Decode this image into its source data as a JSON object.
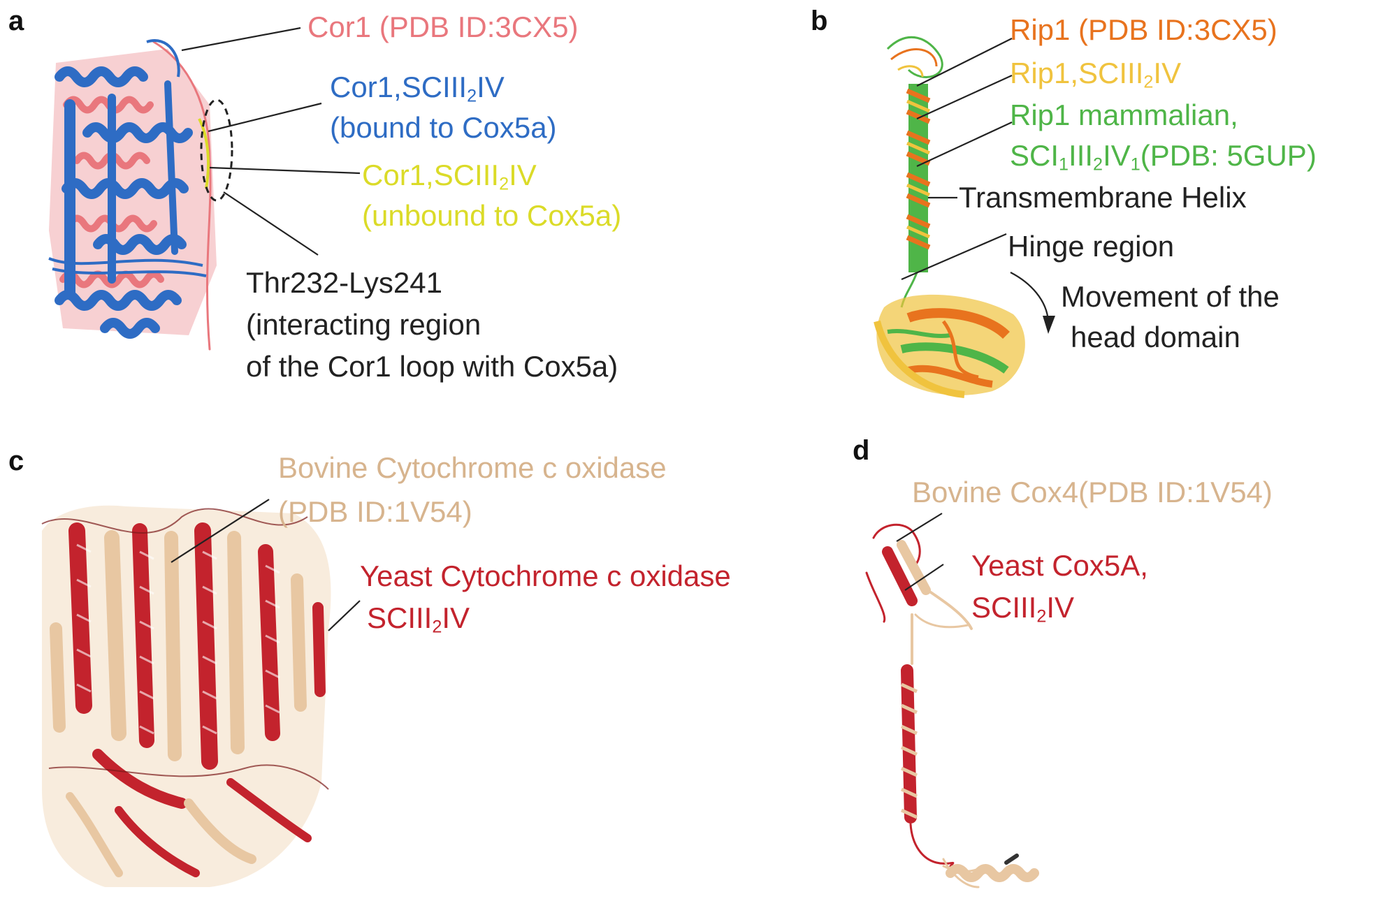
{
  "colors": {
    "cor1_pdb": "#e9777d",
    "cor1_bound": "#2e6cc4",
    "cor1_unbound": "#dbdb28",
    "black": "#222222",
    "rip1_pdb": "#e8731e",
    "rip1_sc": "#f0c33e",
    "rip1_mamm": "#4fb548",
    "bovine": "#d7b48e",
    "yeast": "#c3232d"
  },
  "panels": {
    "a": {
      "letter": "a",
      "cor1_pdb": "Cor1 (PDB ID:3CX5)",
      "bound_l1_pre": "Cor1,SCIII",
      "bound_l1_sub": "2",
      "bound_l1_post": "IV",
      "bound_l2": "(bound to Cox5a)",
      "unbound_l1_pre": "Cor1,SCIII",
      "unbound_l1_sub": "2",
      "unbound_l1_post": "IV",
      "unbound_l2": "(unbound to Cox5a)",
      "region_l1": "Thr232-Lys241",
      "region_l2": "(interacting region",
      "region_l3": "of the Cor1 loop with Cox5a)"
    },
    "b": {
      "letter": "b",
      "rip1_pdb": "Rip1 (PDB ID:3CX5)",
      "rip1_sc_pre": "Rip1,SCIII",
      "rip1_sc_sub": "2",
      "rip1_sc_post": "IV",
      "mamm_l1": "Rip1 mammalian,",
      "mamm_l2_a": "SCI",
      "mamm_l2_s1": "1",
      "mamm_l2_b": "III",
      "mamm_l2_s2": "2",
      "mamm_l2_c": "IV",
      "mamm_l2_s3": "1",
      "mamm_l2_d": "(PDB: 5GUP)",
      "tm_helix": "Transmembrane Helix",
      "hinge": "Hinge region",
      "movement_l1": "Movement of the",
      "movement_l2": "head domain"
    },
    "c": {
      "letter": "c",
      "bovine_l1": "Bovine Cytochrome c oxidase",
      "bovine_l2": "(PDB ID:1V54)",
      "yeast_l1": "Yeast Cytochrome c oxidase",
      "yeast_l2_pre": "SCIII",
      "yeast_l2_sub": "2",
      "yeast_l2_post": "IV"
    },
    "d": {
      "letter": "d",
      "bovine": "Bovine Cox4(PDB ID:1V54)",
      "yeast_l1": "Yeast Cox5A,",
      "yeast_l2_pre": "SCIII",
      "yeast_l2_sub": "2",
      "yeast_l2_post": "IV"
    }
  }
}
